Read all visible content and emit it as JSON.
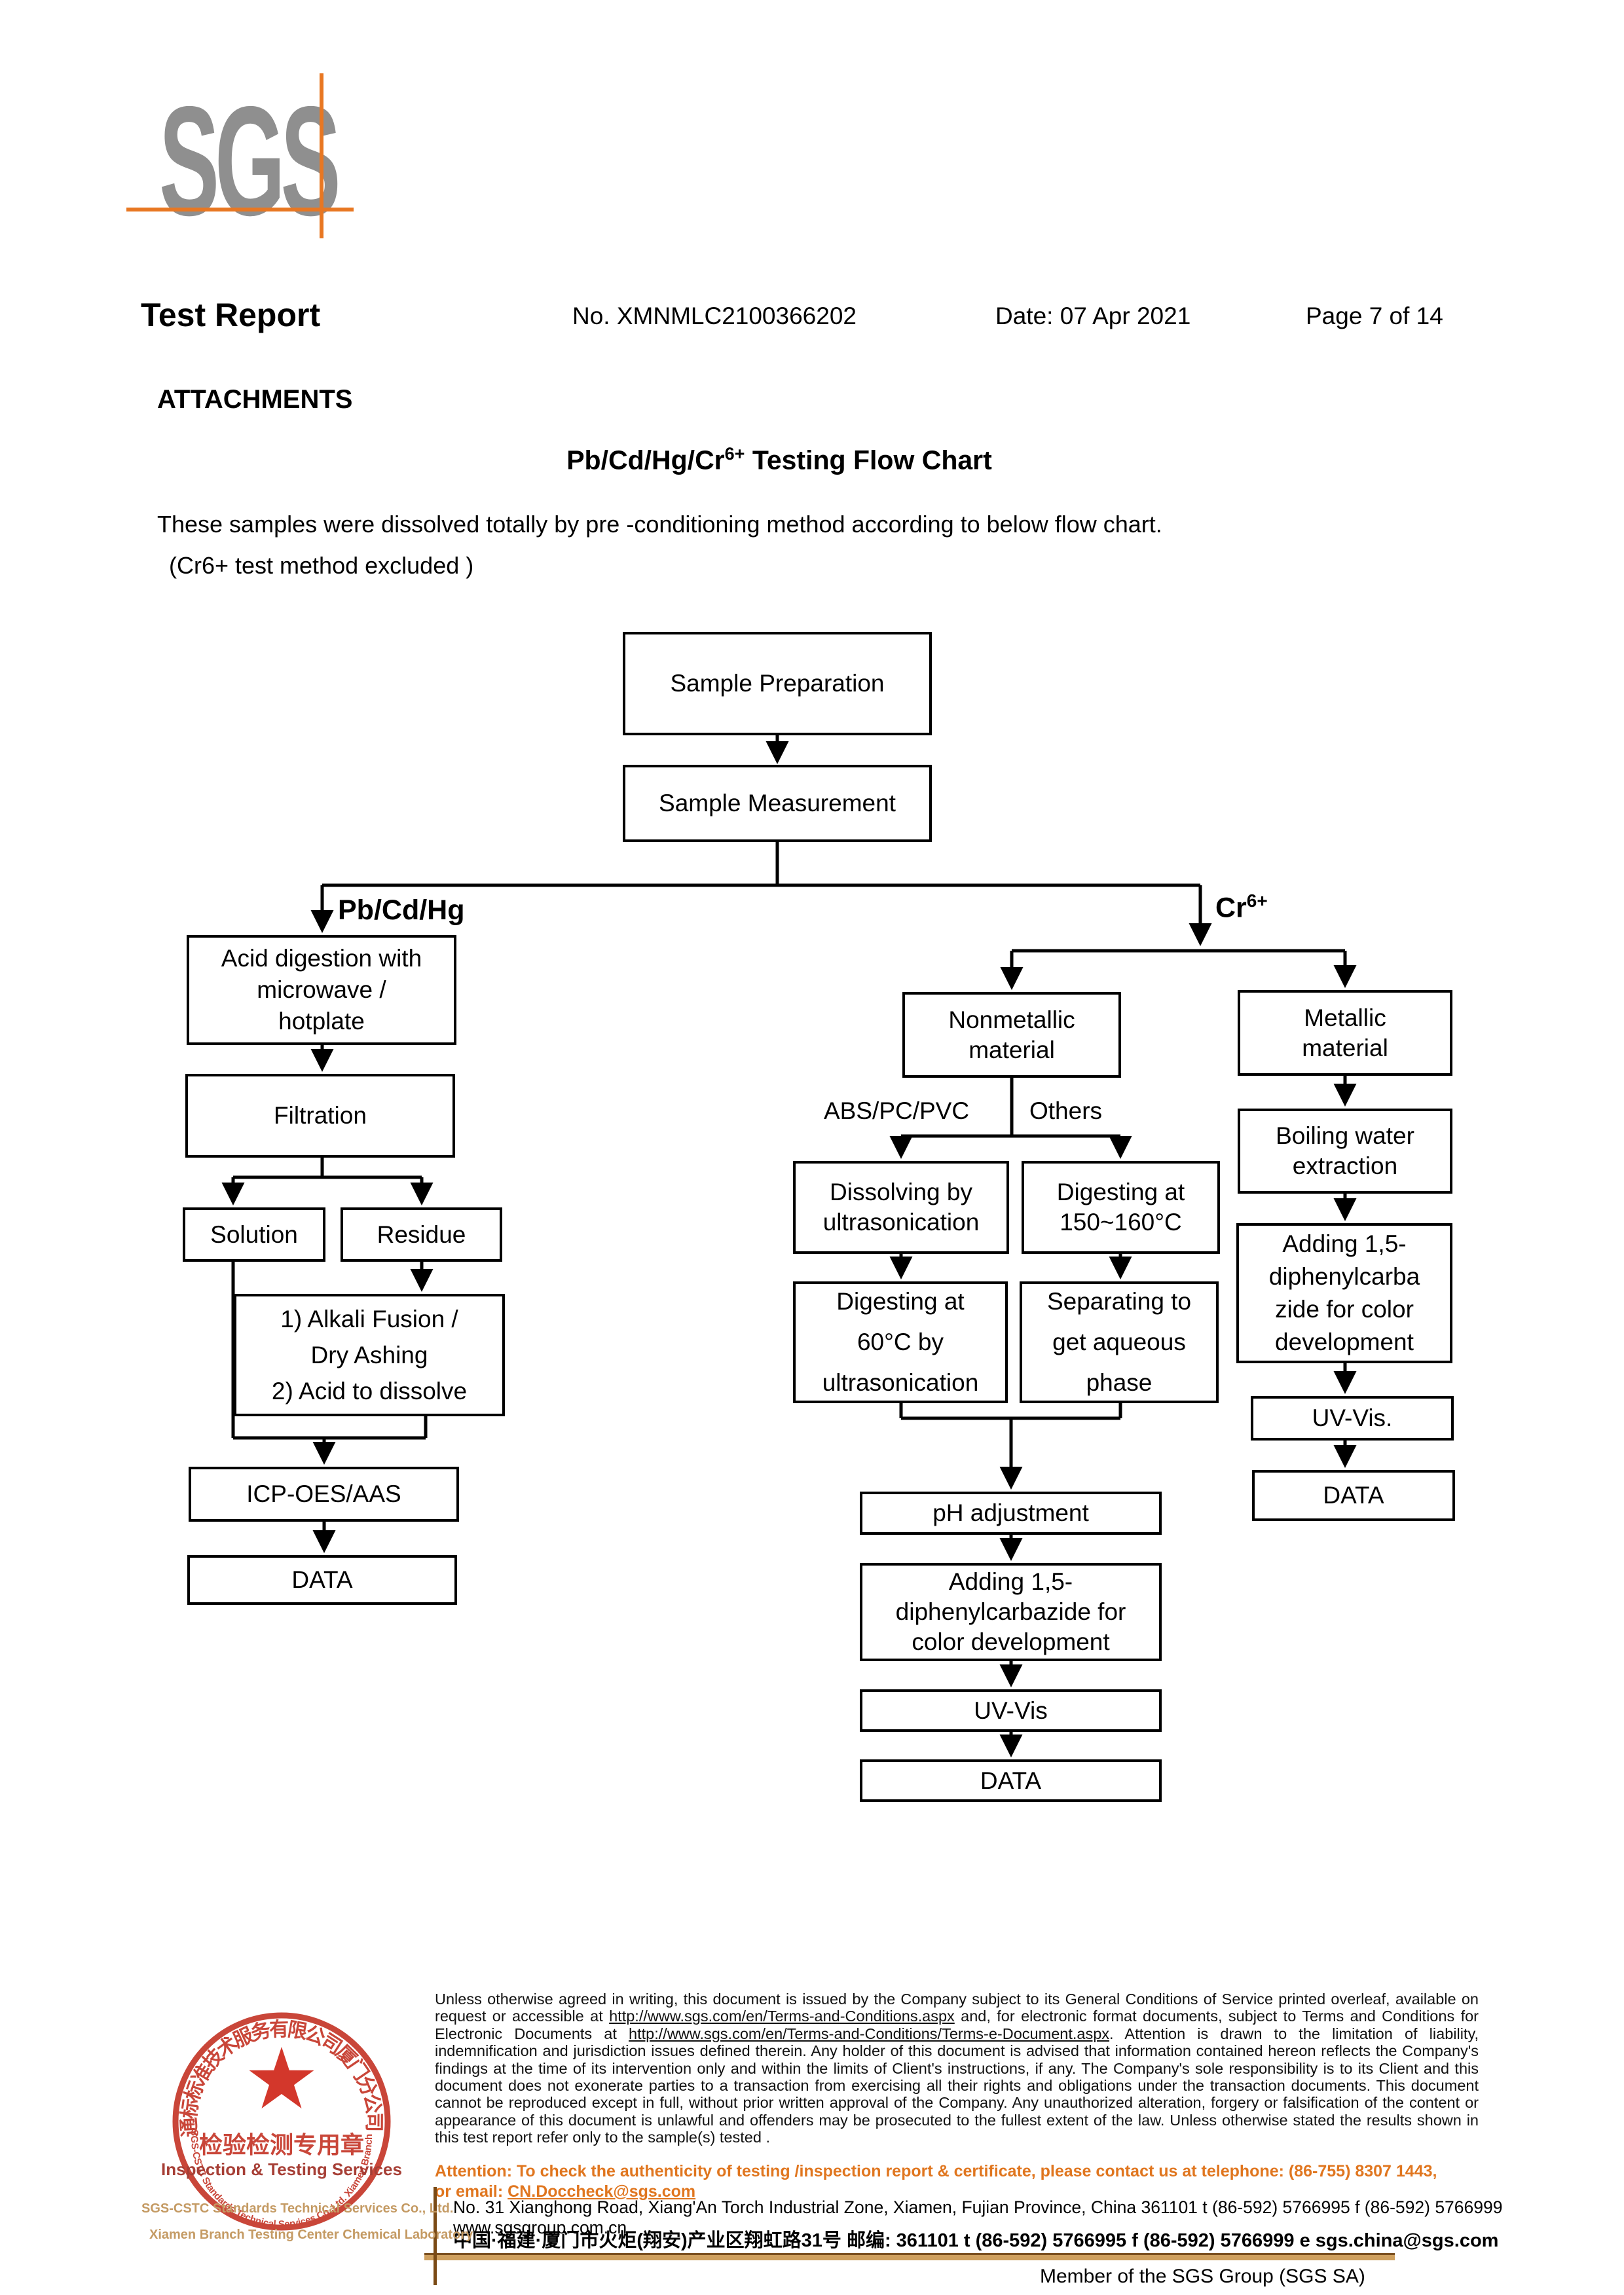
{
  "colors": {
    "accent_orange": "#e87722",
    "attention_orange": "#e0761f",
    "stamp_red": "#c5392b",
    "star_red": "#d0281c",
    "tan": "#c49a63",
    "bar_tan": "#cfa05f",
    "logo_gray": "#8f8f8f"
  },
  "header": {
    "logo_text": "SGS",
    "title": "Test Report",
    "report_no": "No. XMNMLC2100366202",
    "date": "Date: 07 Apr 2021",
    "page": "Page 7 of 14"
  },
  "intro": {
    "attachments_heading": "ATTACHMENTS",
    "title_prefix": "Pb/Cd/Hg/Cr",
    "title_sup": "6+",
    "title_suffix": " Testing Flow Chart",
    "desc_line1": "These samples were dissolved totally by pre -conditioning method according to below flow chart.",
    "desc_line2": "(Cr6+ test method excluded )"
  },
  "flowchart": {
    "labels": {
      "pb_cd_hg": "Pb/Cd/Hg",
      "cr_prefix": "Cr",
      "cr_sup": "6+",
      "abs": "ABS/PC/PVC",
      "others": "Others"
    },
    "boxes": {
      "sample_prep": "Sample Preparation",
      "sample_meas": "Sample Measurement",
      "acid": "Acid digestion with\nmicrowave /\nhotplate",
      "filtration": "Filtration",
      "solution": "Solution",
      "residue": "Residue",
      "alkali": "1) Alkali Fusion /\nDry Ashing\n2) Acid to dissolve",
      "icp": "ICP-OES/AAS",
      "data_left": "DATA",
      "nonmetallic": "Nonmetallic\nmaterial",
      "metallic": "Metallic\nmaterial",
      "dissolving": "Dissolving by\nultrasonication",
      "digesting150": "Digesting at\n150~160°C",
      "digesting60": "Digesting at\n60°C by\nultrasonication",
      "separating": "Separating to\nget aqueous\nphase",
      "ph": "pH adjustment",
      "adding_mid": "Adding 1,5-\ndiphenylcarbazide for\ncolor development",
      "uvvis_mid": "UV-Vis",
      "data_mid": "DATA",
      "boiling": "Boiling water\nextraction",
      "adding_right": "Adding 1,5-\ndiphenylcarba\nzide for color\ndevelopment",
      "uvvis_right": "UV-Vis.",
      "data_right": "DATA"
    }
  },
  "stamp": {
    "arc_top": "通标标准技术服务有限公司厦门分公司",
    "center_cn": "检验检测专用章",
    "center_en": "Inspection & Testing Services",
    "arc_bottom": "SGS-CSTC Standards Technical Services Co.,Ltd. Xiamen Branch",
    "company_line1": "SGS-CSTC Standards Technical Services Co., Ltd.",
    "company_line2": "Xiamen Branch Testing Center Chemical Laboratory"
  },
  "footer": {
    "legal_segments": [
      {
        "t": "Unless otherwise agreed in writing, this document is issued by the Company subject to its General Conditions of Service printed overleaf, available on request or accessible at "
      },
      {
        "t": "http://www.sgs.com/en/Terms-and-Conditions.aspx",
        "u": true
      },
      {
        "t": " and, for electronic format documents, subject to Terms and Conditions for Electronic Documents at "
      },
      {
        "t": "http://www.sgs.com/en/Terms-and-Conditions/Terms-e-Document.aspx",
        "u": true
      },
      {
        "t": ". Attention is drawn to the limitation of liability, indemnification and jurisdiction issues defined therein. Any holder of this document is advised that information contained hereon reflects the Company's findings at the time of its intervention only and within the limits of Client's instructions, if any. The Company's sole responsibility is to its Client and this document does not exonerate parties to a transaction from exercising all their rights and obligations under the transaction documents. This document cannot be reproduced except in full, without prior written approval of the Company. Any unauthorized alteration, forgery or falsification of the content or appearance of this document is unlawful and offenders may be prosecuted to the fullest extent of the law. Unless otherwise stated the results shown in this test report refer only to the sample(s) tested ."
      }
    ],
    "attention1_segments": [
      {
        "t": "Attention: To check the authenticity of testing /inspection report & certificate, please contact us at telephone: (86-755) 8307 1443,"
      }
    ],
    "attention2_segments": [
      {
        "t": "or email: "
      },
      {
        "t": "CN.Doccheck@sgs.com",
        "u": true
      }
    ],
    "address_en": "No. 31 Xianghong Road, Xiang'An Torch Industrial Zone, Xiamen, Fujian Province, China  361101    t (86-592) 5766995    f (86-592) 5766999    www.sgsgroup.com.cn",
    "address_cn": "中国·福建·厦门市火炬(翔安)产业区翔虹路31号        邮编: 361101    t (86-592) 5766995   f (86-592) 5766999   e  sgs.china@sgs.com",
    "member": "Member of the SGS Group (SGS SA)"
  }
}
